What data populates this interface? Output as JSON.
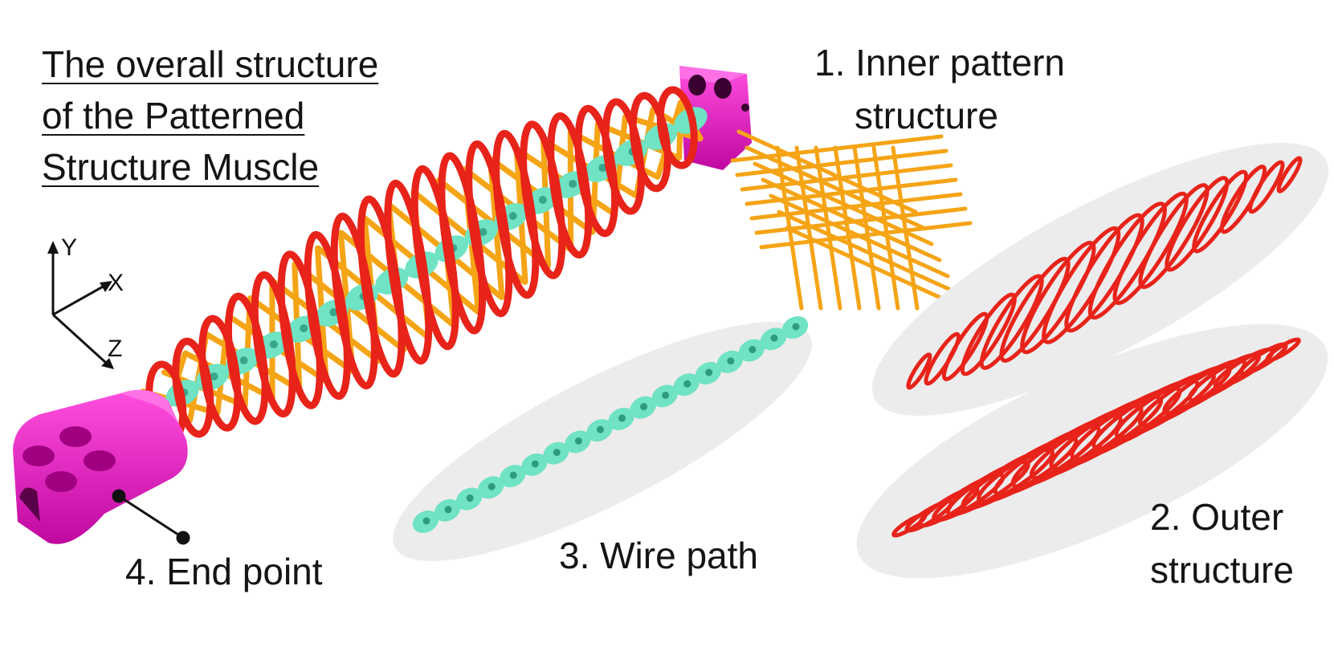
{
  "title": {
    "lines": [
      "The overall structure",
      "of the Patterned",
      "Structure Muscle"
    ]
  },
  "labels": {
    "inner": [
      "1. Inner pattern",
      "structure"
    ],
    "outer": [
      "2. Outer",
      "structure"
    ],
    "wire": "3. Wire path",
    "end": "4. End point"
  },
  "axes": {
    "y": "Y",
    "x": "X",
    "z": "Z"
  },
  "colors": {
    "end_cap": "#e619c8",
    "outer_helix": "#e8231a",
    "inner_lattice": "#f5a416",
    "wire": "#6fe3c4",
    "shadow": "#ececec",
    "text": "#141414"
  }
}
